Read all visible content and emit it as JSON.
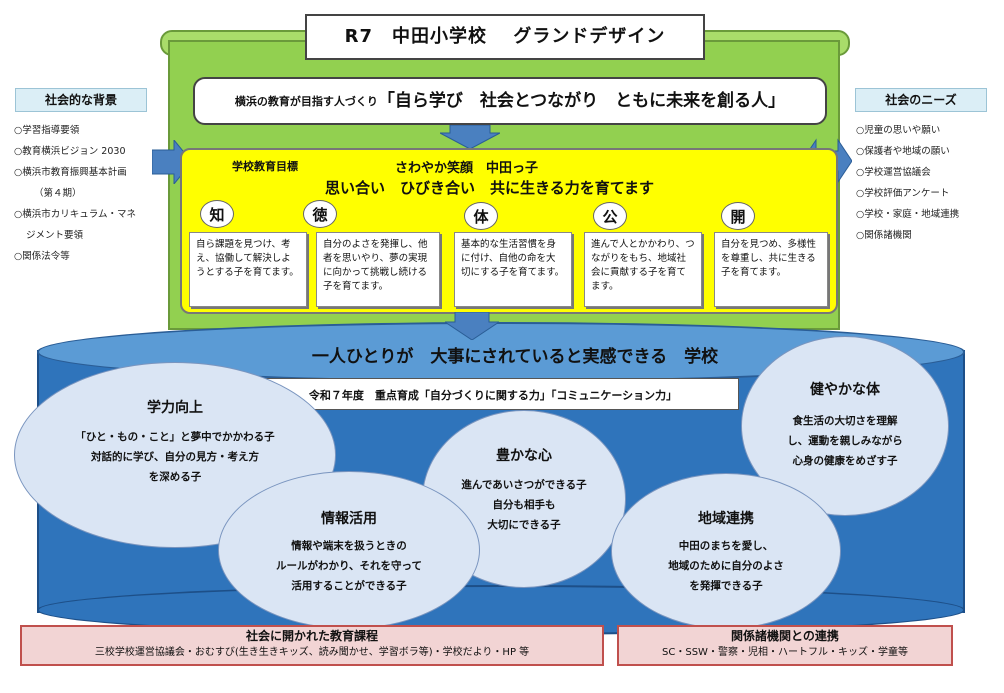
{
  "left_panel": {
    "title": "社会的な背景",
    "items": [
      "○学習指導要領",
      "○教育横浜ビジョン 2030",
      "○横浜市教育振興基本計画",
      "（第４期）",
      "○横浜市カリキュラム・マネ",
      "ジメント要領",
      "○関係法令等"
    ]
  },
  "right_panel": {
    "title": "社会のニーズ",
    "items": [
      "○児童の思いや願い",
      "○保護者や地域の願い",
      "○学校運営協議会",
      "○学校評価アンケート",
      "○学校・家庭・地域連携",
      "○関係諸機関"
    ]
  },
  "header": {
    "title": "R7　中田小学校　 グランドデザイン"
  },
  "vision": {
    "prefix": "横浜の教育が目指す人づくり",
    "main": "「自ら学び　社会とつながり　ともに未来を創る人」"
  },
  "school_goal": {
    "label": "学校教育目標",
    "motto": "さわやか笑顔　中田っ子",
    "main": "思い合い　ひびき合い　共に生きる力を育てます"
  },
  "goals": [
    {
      "tag": "知",
      "text": "自ら課題を見つけ、考え、協働して解決しようとする子を育てます。"
    },
    {
      "tag": "徳",
      "text": "自分のよさを発揮し、他者を思いやり、夢の実現に向かって挑戦し続ける子を育てます。"
    },
    {
      "tag": "体",
      "text": "基本的な生活習慣を身に付け、自他の命を大切にする子を育てます。"
    },
    {
      "tag": "公",
      "text": "進んで人とかかわり、つながりをもち、地域社会に貢献する子を育てます。"
    },
    {
      "tag": "開",
      "text": "自分を見つめ、多様性を尊重し、共に生きる子を育てます。"
    }
  ],
  "cylinder": {
    "headline": "一人ひとりが　大事にされていると実感できる　学校",
    "focus": "令和７年度　重点育成「自分づくりに関する力」「コミュニケーション力」"
  },
  "bubbles": {
    "gakuryoku": {
      "title": "学力向上",
      "lines": [
        "「ひと・もの・こと」と夢中でかかわる子",
        "対話的に学び、自分の見方・考え方",
        "を深める子"
      ]
    },
    "kenyaka": {
      "title": "健やかな体",
      "lines": [
        "食生活の大切さを理解",
        "し、運動を親しみながら",
        "心身の健康をめざす子"
      ]
    },
    "yutaka": {
      "title": "豊かな心",
      "lines": [
        "進んであいさつができる子",
        "自分も相手も",
        "大切にできる子"
      ]
    },
    "joho": {
      "title": "情報活用",
      "lines": [
        "情報や端末を扱うときの",
        "ルールがわかり、それを守って",
        "活用することができる子"
      ]
    },
    "chiiki": {
      "title": "地域連携",
      "lines": [
        "中田のまちを愛し、",
        "地域のために自分のよさ",
        "を発揮できる子"
      ]
    }
  },
  "bottom_left": {
    "title": "社会に開かれた教育課程",
    "text": "三校学校運営協議会・おむすび(生き生きキッズ、読み聞かせ、学習ボラ等)・学校だより・HP 等"
  },
  "bottom_right": {
    "title": "関係諸機関との連携",
    "text": "SC・SSW・警察・児相・ハートフル・キッズ・学童等"
  },
  "colors": {
    "green": "#92d050",
    "yellow": "#ffff00",
    "blue_dark": "#2f74bb",
    "blue_light": "#5b9bd5",
    "bubble": "#dae5f4",
    "pink": "#f2d4d4",
    "side_header": "#dbeef6"
  }
}
